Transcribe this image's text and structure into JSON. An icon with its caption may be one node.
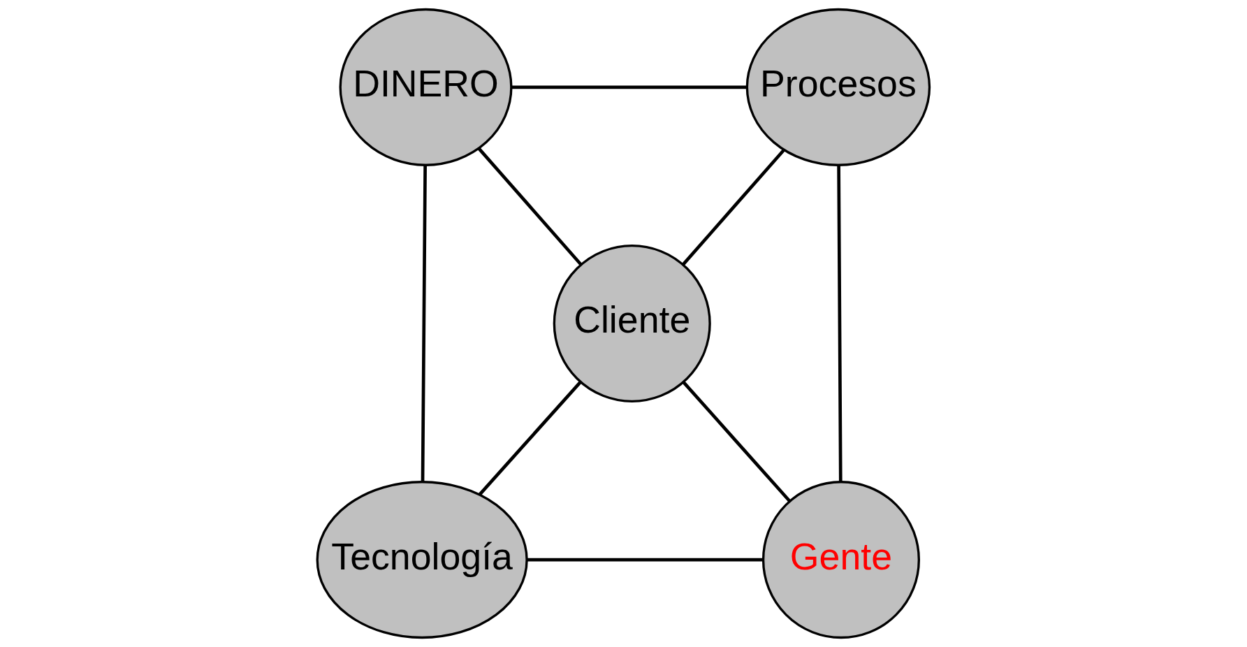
{
  "diagram": {
    "nodes": [
      {
        "text": [
          "DINERO"
        ]
      },
      {
        "text": [
          "Procesos"
        ]
      },
      {
        "text": [
          "Cliente"
        ]
      },
      {
        "text": [
          "Tecnología"
        ]
      },
      {
        "text": [
          "Gente"
        ]
      }
    ],
    "edges": [
      {
        "from": 0,
        "to": 1,
        "arrow": "none"
      },
      {
        "from": 0,
        "to": 2,
        "arrow": "none"
      },
      {
        "from": 0,
        "to": 3,
        "arrow": "none"
      },
      {
        "from": 1,
        "to": 2,
        "arrow": "none"
      },
      {
        "from": 1,
        "to": 4,
        "arrow": "none"
      },
      {
        "from": 2,
        "to": 3,
        "arrow": "none"
      },
      {
        "from": 2,
        "to": 4,
        "arrow": "none"
      },
      {
        "from": 3,
        "to": 4,
        "arrow": "none"
      }
    ]
  }
}
